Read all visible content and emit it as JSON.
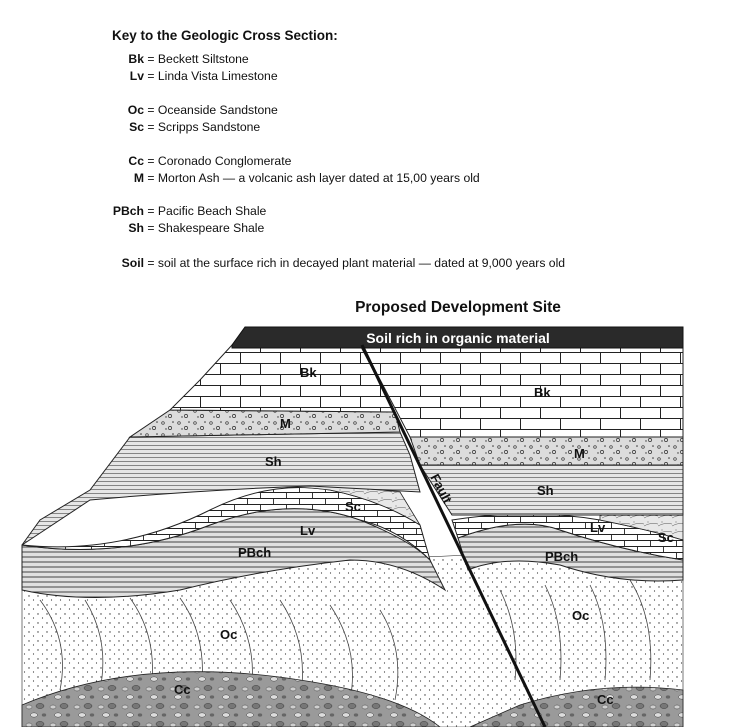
{
  "key": {
    "title": "Key to the Geologic Cross Section:",
    "entries": [
      {
        "abbr": "Bk",
        "eq": "=",
        "desc": "Beckett Siltstone"
      },
      {
        "abbr": "Lv",
        "eq": "=",
        "desc": "Linda Vista Limestone"
      },
      {
        "abbr": "Oc",
        "eq": "=",
        "desc": "Oceanside Sandstone"
      },
      {
        "abbr": "Sc",
        "eq": "=",
        "desc": "Scripps Sandstone"
      },
      {
        "abbr": "Cc",
        "eq": "=",
        "desc": "Coronado Conglomerate"
      },
      {
        "abbr": "M",
        "eq": "=",
        "desc": "Morton Ash — a volcanic ash layer dated at 15,00 years old"
      },
      {
        "abbr": "PBch",
        "eq": "=",
        "desc": "Pacific Beach Shale"
      },
      {
        "abbr": "Sh",
        "eq": "=",
        "desc": "Shakespeare Shale"
      },
      {
        "abbr": "Soil",
        "eq": "=",
        "desc": "soil at the surface rich in decayed plant material — dated at 9,000 years old"
      }
    ]
  },
  "diagram": {
    "title": "Proposed Development Site",
    "soil_label": "Soil rich in organic material",
    "fault_label": "Fault",
    "labels": {
      "bk_left": "Bk",
      "bk_right": "Bk",
      "m_left": "M",
      "m_right": "M",
      "sh_left": "Sh",
      "sh_right": "Sh",
      "sc_left": "Sc",
      "sc_right": "Sc",
      "lv_left": "Lv",
      "lv_right": "Lv",
      "pbch_left": "PBch",
      "pbch_right": "PBch",
      "oc_left": "Oc",
      "oc_right": "Oc",
      "cc_left": "Cc",
      "cc_right": "Cc"
    }
  }
}
